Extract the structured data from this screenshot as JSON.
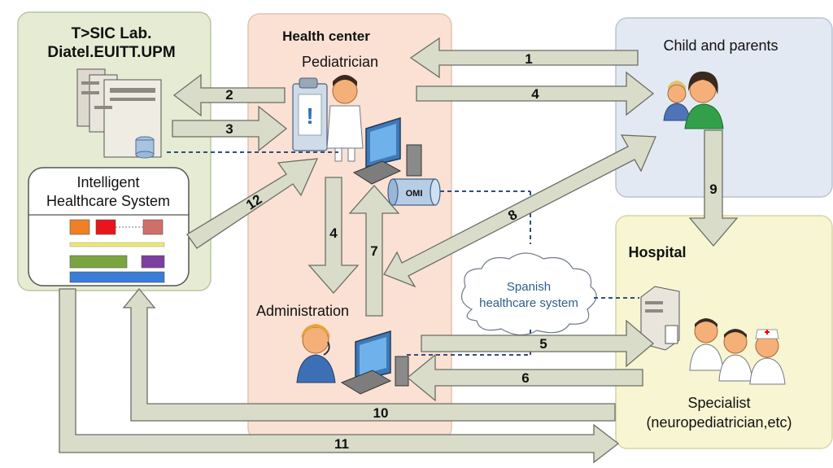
{
  "title": "",
  "lab": {
    "line1": "T>SIC Lab.",
    "line2": "Diatel.EUITT.UPM"
  },
  "ihs": {
    "line1": "Intelligent",
    "line2": "Healthcare System"
  },
  "health_center": {
    "title": "Health center",
    "pediatrician": "Pediatrician",
    "administration": "Administration",
    "omi": "OMI"
  },
  "family": {
    "title": "Child and parents"
  },
  "hospital": {
    "title": "Hospital",
    "specialist_line1": "Specialist",
    "specialist_line2": "(neuropediatrician,etc)"
  },
  "cloud": {
    "line1": "Spanish",
    "line2": "healthcare system"
  },
  "flows": [
    "1",
    "2",
    "3",
    "4",
    "4",
    "5",
    "6",
    "7",
    "8",
    "9",
    "10",
    "11",
    "12"
  ],
  "colors": {
    "lab_bg": "#e5ecd3",
    "health_center_bg": "#fbe1d3",
    "family_bg": "#e3e9f2",
    "hospital_bg": "#f8f5d2",
    "arrow_fill": "#d9dcc9",
    "cloud_text": "#2f5d89"
  }
}
